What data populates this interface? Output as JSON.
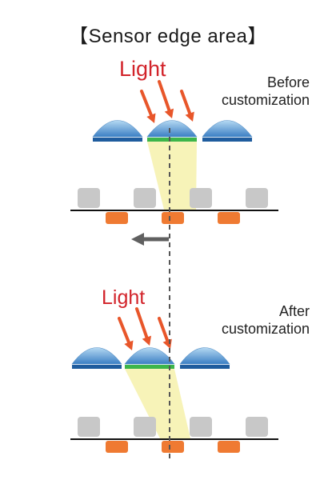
{
  "title": "【Sensor edge area】",
  "top_panel": {
    "light_label": "Light",
    "note_line1": "Before",
    "note_line2": "customization"
  },
  "bottom_panel": {
    "light_label": "Light",
    "note_line1": "After",
    "note_line2": "customization"
  },
  "colors": {
    "light_text": "#d2232a",
    "arrow": "#e8562a",
    "lens_top": "#b5d9f2",
    "lens_bottom": "#3b7fc4",
    "filter_blue": "#1f5c9e",
    "filter_green": "#3cb54a",
    "light_beam": "#f6f2b0",
    "gray_pixel": "#c8c8c8",
    "orange_pixel": "#ef7a32",
    "baseline": "#111111",
    "dashed_line": "#555555",
    "shift_arrow": "#606060"
  }
}
